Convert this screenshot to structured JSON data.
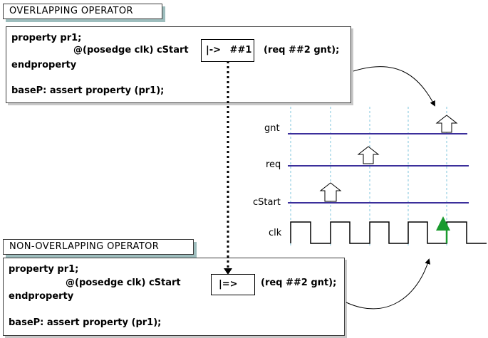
{
  "overlap": {
    "title": "OVERLAPPING OPERATOR",
    "line1": "property pr1;",
    "line2": "@(posedge clk) cStart",
    "operator": "|-> ##1",
    "line2_tail": "(req ##2 gnt);",
    "line3": "endproperty",
    "line4": "baseP: assert property (pr1);"
  },
  "nonoverlap": {
    "title": "NON-OVERLAPPING OPERATOR",
    "line1": "property pr1;",
    "line2": "@(posedge clk) cStart",
    "operator": "|=>",
    "line2_tail": "(req ##2 gnt);",
    "line3": "endproperty",
    "line4": "baseP: assert property (pr1);"
  },
  "signals": {
    "gnt": "gnt",
    "req": "req",
    "cstart": "cStart",
    "clk": "clk"
  },
  "colors": {
    "signal_line": "#3b2f9b",
    "grid": "#7fc4dc",
    "green_arrow": "#1a9a2e",
    "tag_shadow": "#9dbdbd"
  }
}
